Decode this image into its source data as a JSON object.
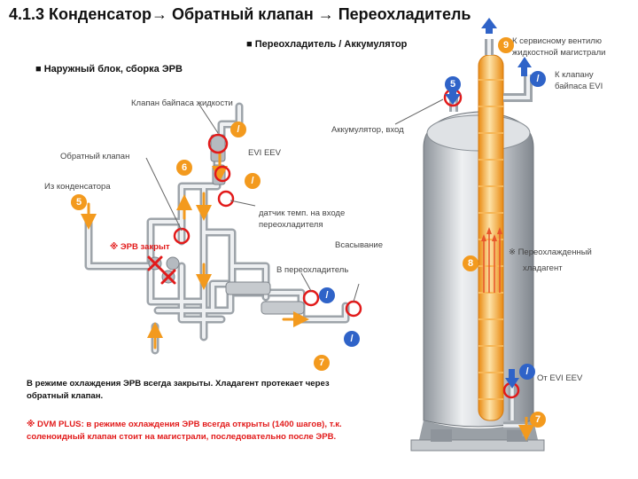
{
  "title": "4.1.3 Конденсатор→ Обратный клапан → Переохладитель",
  "sections": {
    "subcooler": "■ Переохладитель / Аккумулятор",
    "outdoor": "■ Наружный блок, сборка ЭРВ"
  },
  "labels": {
    "bypass_valve": "Клапан байпаса жидкости",
    "check_valve": "Обратный клапан",
    "from_condenser": "Из конденсатора",
    "evi_eev": "EVI EEV",
    "temp_sensor_l1": "датчик темп. на входе",
    "temp_sensor_l2": "переохладителя",
    "eev_closed": "※ ЭРВ закрыт",
    "suction": "Всасывание",
    "to_subcooler": "В переохладитель",
    "accum_in": "Аккумулятор, вход",
    "service_l1": "К сервисному вентилю",
    "service_l2": "жидкостной магистрали",
    "bypass_l1": "К клапану",
    "bypass_l2": "байпаса EVI",
    "subcooled_l1": "※ Переохлажденный",
    "subcooled_l2": "хладагент",
    "from_evi": "От EVI EEV"
  },
  "notes": {
    "line1": "В режиме охлаждения ЭРВ  всегда закрыты. Хладагент протекает через",
    "line2": "обратный клапан.",
    "dvm1": "※ DVM PLUS: в режиме охлаждения ЭРВ всегда открыты (1400 шагов), т.к.",
    "dvm2": "соленоидный клапан стоит на магистрали, последовательно после ЭРВ."
  },
  "badges": {
    "b5": "5",
    "b6": "6",
    "b7a": "7",
    "b7b": "7",
    "b8": "8",
    "b9": "9",
    "slash": "/",
    "b5acc": "5"
  },
  "colors": {
    "orange": "#f39a1e",
    "blue": "#2f63c8",
    "red": "#e21a1a",
    "pipe": "#c9cdd2"
  }
}
